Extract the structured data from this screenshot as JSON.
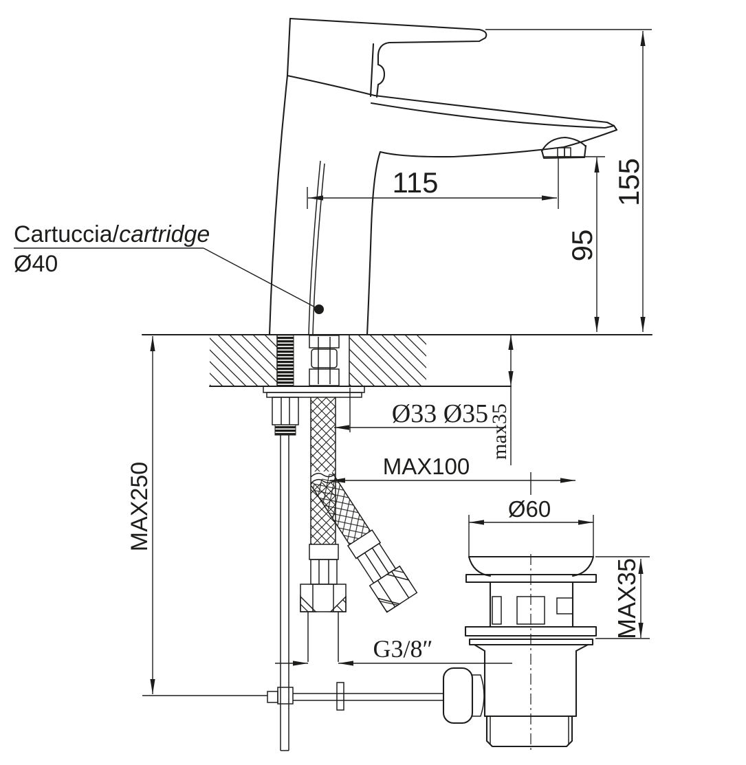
{
  "drawing": {
    "type": "faucet-installation-technical-drawing",
    "callouts": {
      "cartridge_label": "Cartuccia/",
      "cartridge_label_en": "cartridge",
      "cartridge_diameter": "Ø40"
    },
    "dimensions": {
      "spout_reach": "115",
      "total_height": "155",
      "spout_height": "95",
      "max_under_counter_length": "MAX250",
      "counter_thickness": "max35",
      "hole_diameter": "Ø33 Ø35",
      "hose_max_offset": "MAX100",
      "drain_flange_diameter": "Ø60",
      "drain_max_counter": "MAX35",
      "supply_thread": "G3/8″"
    },
    "colors": {
      "line": "#1d1d1b",
      "background": "#ffffff"
    }
  }
}
